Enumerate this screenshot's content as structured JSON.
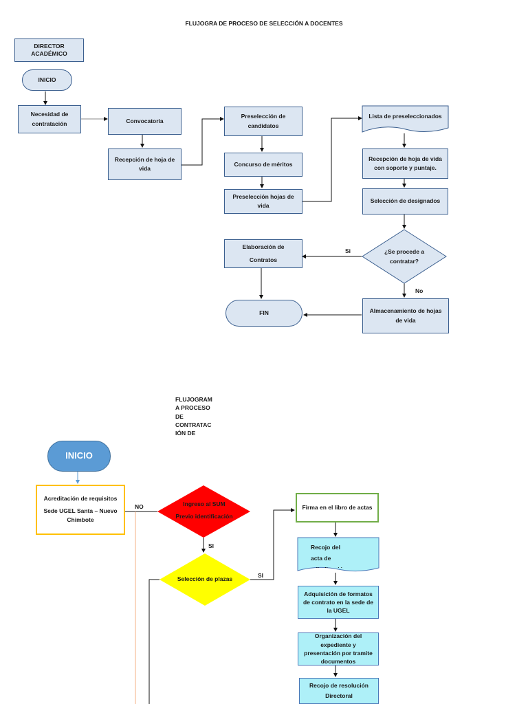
{
  "flow1": {
    "title": "FLUJOGRA DE PROCESO DE SELECCIÓN A DOCENTES",
    "director": "DIRECTOR ACADÉMICO",
    "inicio": "INICIO",
    "necesidad": "Necesidad de contratación",
    "convocatoria": "Convocatoria",
    "recepcion_hoja": "Recepción de hoja de vida",
    "preseleccion_candidatos": "Preselección de candidatos",
    "concurso": "Concurso de méritos",
    "preseleccion_hojas": "Preselección hojas de vida",
    "lista": "Lista de preseleccionados",
    "recepcion_soporte": "Recepción de hoja de vida con soporte y puntaje.",
    "seleccion_designados": "Selección de designados",
    "decision": "¿Se procede a contratar?",
    "si": "Si",
    "no": "No",
    "elaboracion_line1": "Elaboración de",
    "elaboracion_line2": "Contratos",
    "fin": "FIN",
    "almacenamiento": "Almacenamiento de hojas de vida"
  },
  "flow2": {
    "title_lines": [
      "FLUJOGRAM",
      "A PROCESO",
      "DE",
      "CONTRATAC",
      "IÓN DE"
    ],
    "inicio": "INICIO",
    "acreditacion_line1": "Acreditación de requisitos",
    "acreditacion_line2": "Sede UGEL Santa – Nuevo Chimbote",
    "ingreso_line1": "Ingreso al SUM",
    "ingreso_line2": "Previo identificación",
    "no": "NO",
    "si_1": "SI",
    "si_2": "SI",
    "seleccion_plazas": "Selección de plazas",
    "firma": "Firma en el libro de actas",
    "recojo_acta": "Recojo del acta de adjudicación",
    "adquisicion": "Adquisición de formatos de contrato en la sede de la UGEL",
    "organizacion": "Organización del expediente y presentación por tramite documentos",
    "recojo_resolucion": "Recojo de resolución Directoral"
  },
  "colors": {
    "box_fill": "#dce6f2",
    "box_border": "#3b5f8f",
    "start_blue": "#5b9bd5",
    "red_diamond": "#ff0000",
    "yellow_diamond": "#ffff00",
    "orange_border": "#ffc000",
    "green_border": "#70ad47",
    "cyan_fill": "#aef0f8",
    "light_blue_line": "#9dc3e6",
    "orange_line": "#f4b183"
  }
}
